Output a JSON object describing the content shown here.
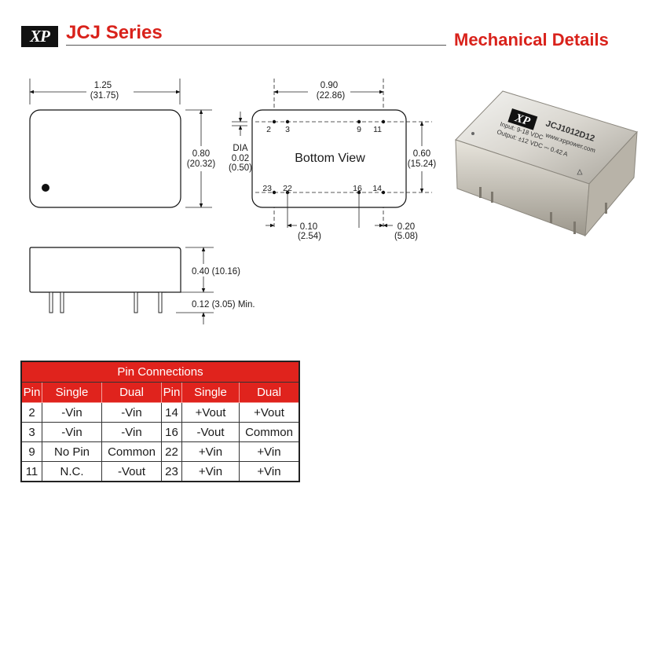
{
  "header": {
    "logo_text": "XP",
    "series_title": "JCJ Series",
    "section_title": "Mechanical Details"
  },
  "drawing": {
    "top_view": {
      "width_in": "1.25",
      "width_mm": "(31.75)",
      "height_in": "0.80",
      "height_mm": "(20.32)"
    },
    "bottom_view": {
      "label": "Bottom View",
      "width_in": "0.90",
      "width_mm": "(22.86)",
      "height_in": "0.60",
      "height_mm": "(15.24)",
      "dia_label": "DIA",
      "dia_in": "0.02",
      "dia_mm": "(0.50)",
      "pitch_in": "0.10",
      "pitch_mm": "(2.54)",
      "edge_in": "0.20",
      "edge_mm": "(5.08)",
      "pins": {
        "p2": "2",
        "p3": "3",
        "p9": "9",
        "p11": "11",
        "p23": "23",
        "p22": "22",
        "p16": "16",
        "p14": "14"
      }
    },
    "side_view": {
      "height_label": "0.40 (10.16)",
      "pin_length_label": "0.12 (3.05) Min."
    },
    "product_photo": {
      "logo": "XP",
      "model": "JCJ1012D12",
      "input": "Input: 9-18 VDC",
      "web": "www.xppower.com",
      "output": "Output: ±12 VDC ⎓ 0.42 A"
    }
  },
  "pin_table": {
    "title": "Pin Connections",
    "headers": [
      "Pin",
      "Single",
      "Dual",
      "Pin",
      "Single",
      "Dual"
    ],
    "rows": [
      [
        "2",
        "-Vin",
        "-Vin",
        "14",
        "+Vout",
        "+Vout"
      ],
      [
        "3",
        "-Vin",
        "-Vin",
        "16",
        "-Vout",
        "Common"
      ],
      [
        "9",
        "No Pin",
        "Common",
        "22",
        "+Vin",
        "+Vin"
      ],
      [
        "11",
        "N.C.",
        "-Vout",
        "23",
        "+Vin",
        "+Vin"
      ]
    ]
  },
  "colors": {
    "accent": "#e0231d",
    "title_red": "#d9221b"
  }
}
